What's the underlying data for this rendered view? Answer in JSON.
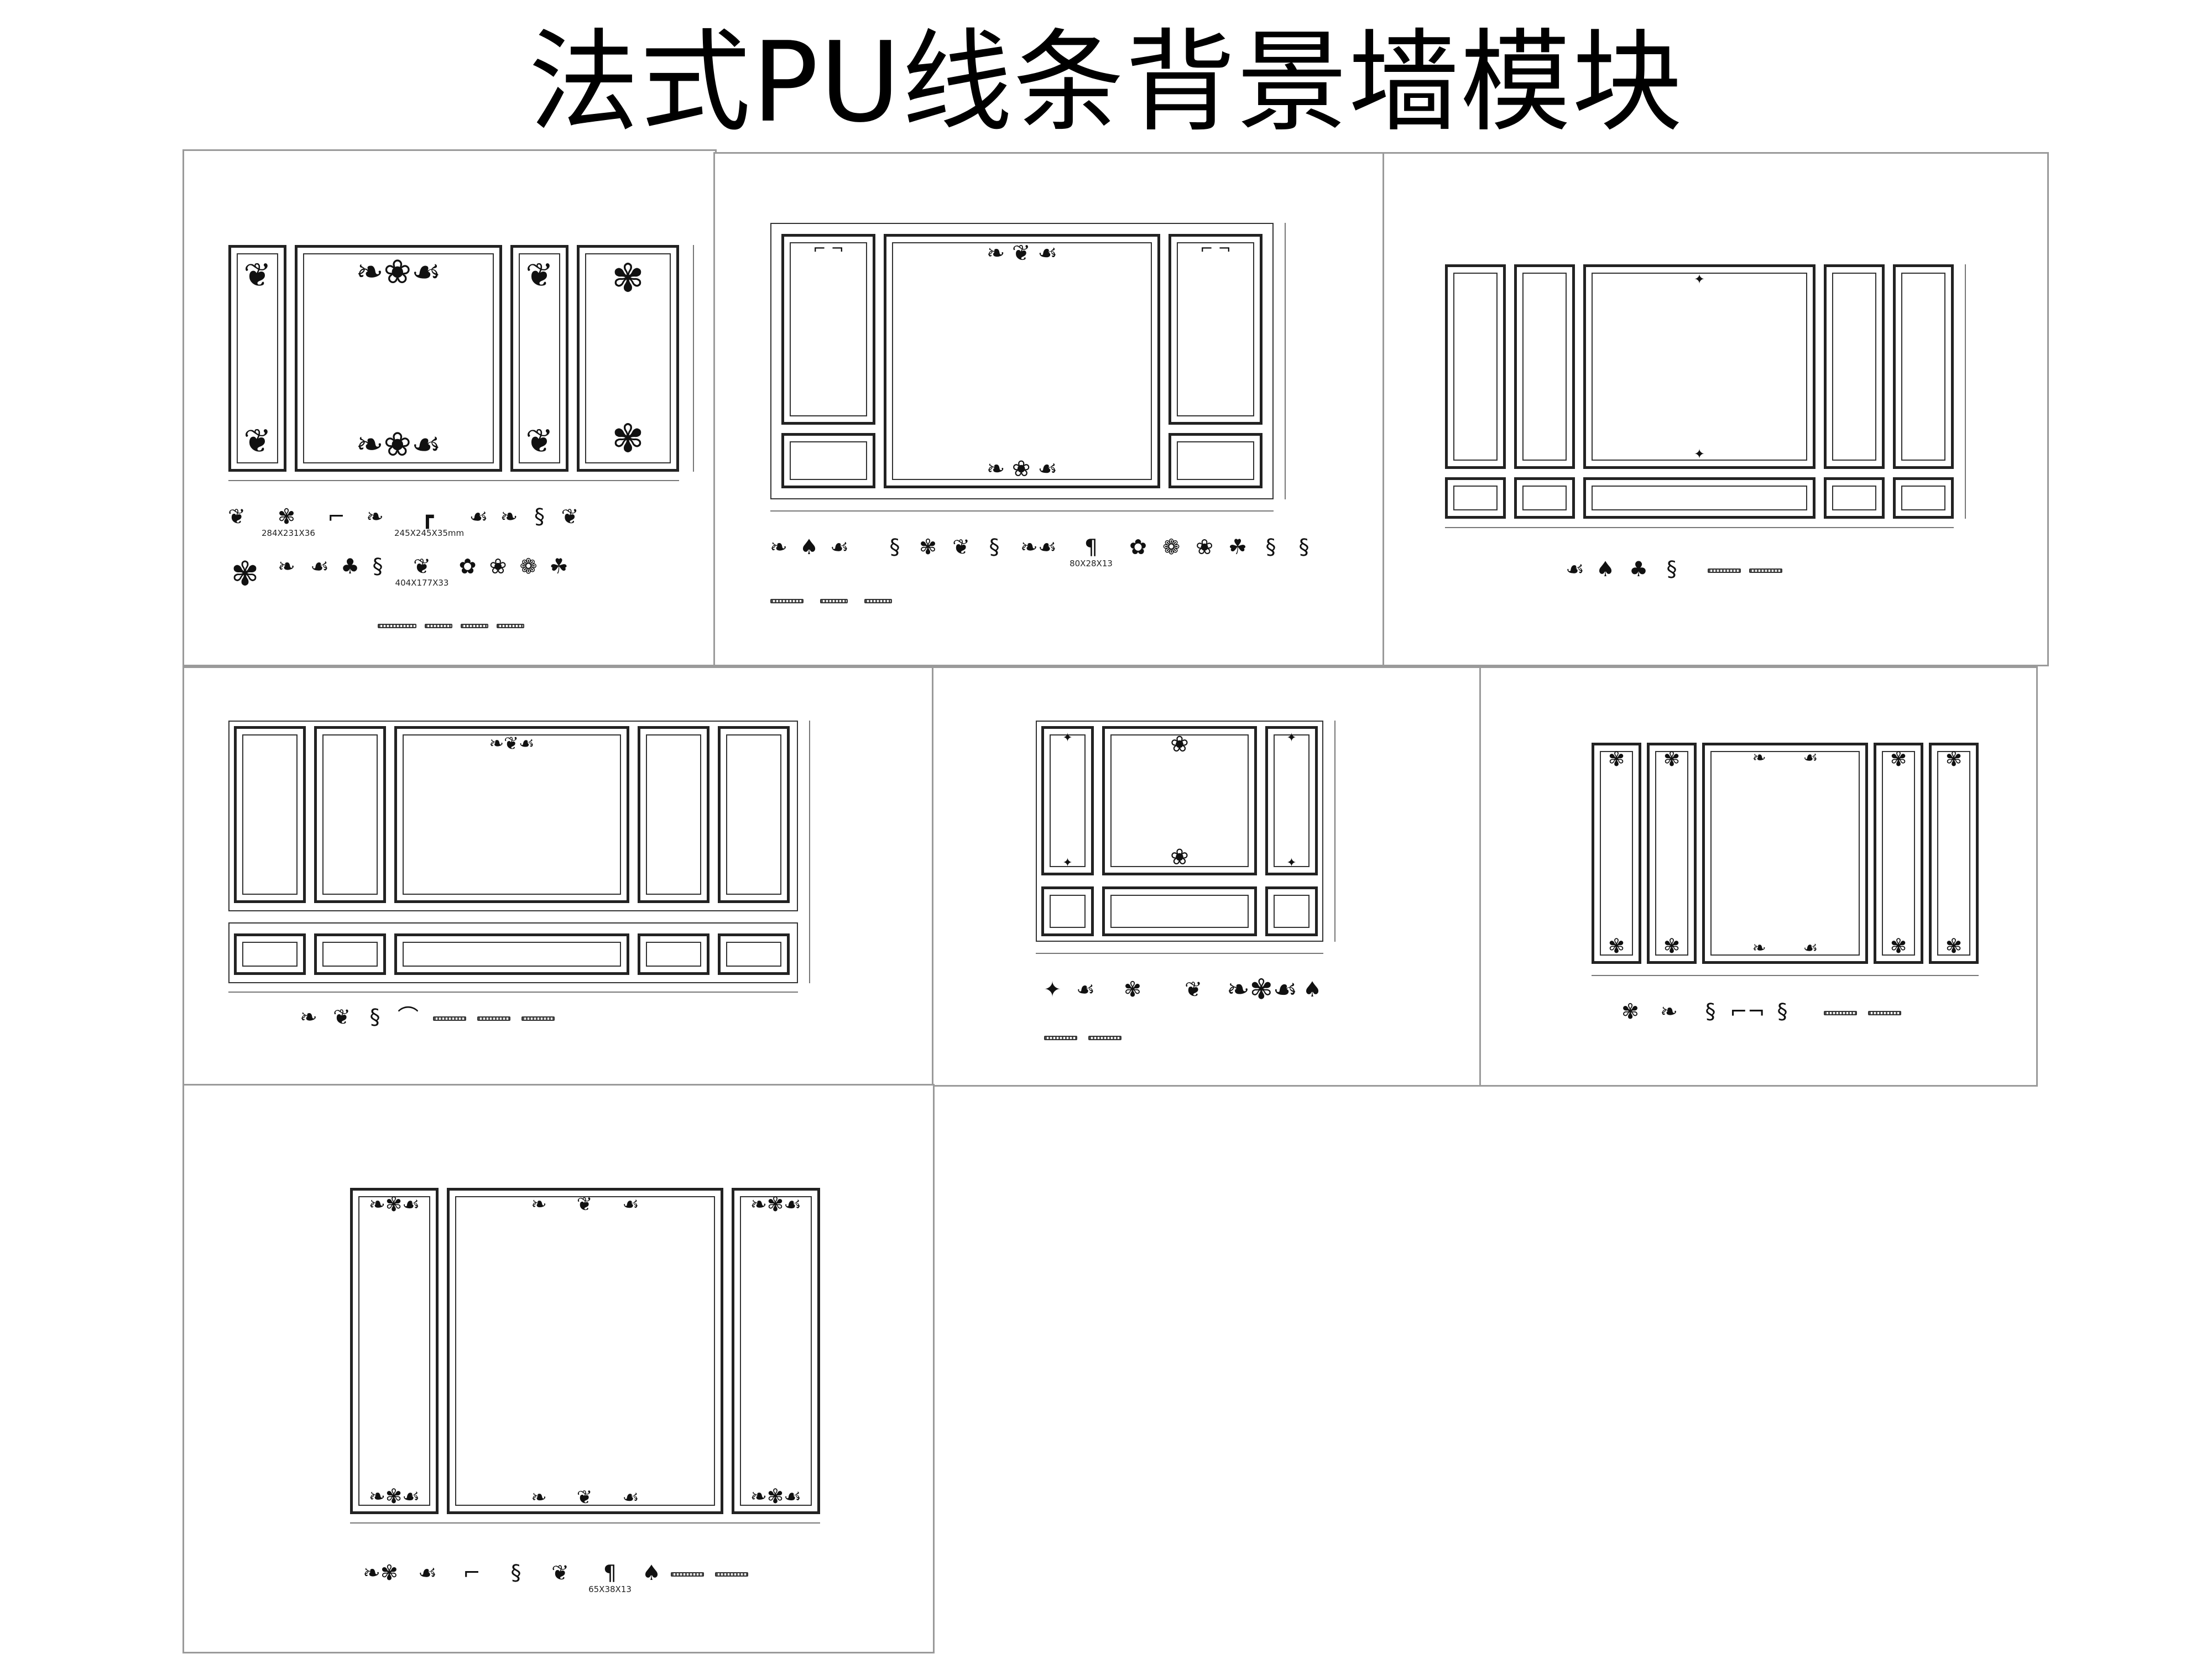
{
  "title": "法式PU线条背景墙模块",
  "sheets": [
    {
      "id": "sheet-1",
      "large_labels": [
        "284X231X36",
        "245X245X35mm",
        "404X177X33"
      ]
    },
    {
      "id": "sheet-2",
      "large_labels": [
        "80X28X13"
      ]
    },
    {
      "id": "sheet-3",
      "large_labels": []
    },
    {
      "id": "sheet-4",
      "large_labels": []
    },
    {
      "id": "sheet-5",
      "large_labels": []
    },
    {
      "id": "sheet-6",
      "large_labels": []
    },
    {
      "id": "sheet-7",
      "large_labels": [
        "65X38X13"
      ]
    }
  ],
  "icons": {
    "corner": "corner-ornament-icon",
    "center": "center-rosette-icon",
    "scroll": "scroll-ornament-icon"
  },
  "colors": {
    "line": "#222222",
    "sheet_border": "#9a9a9a",
    "background": "#ffffff"
  }
}
